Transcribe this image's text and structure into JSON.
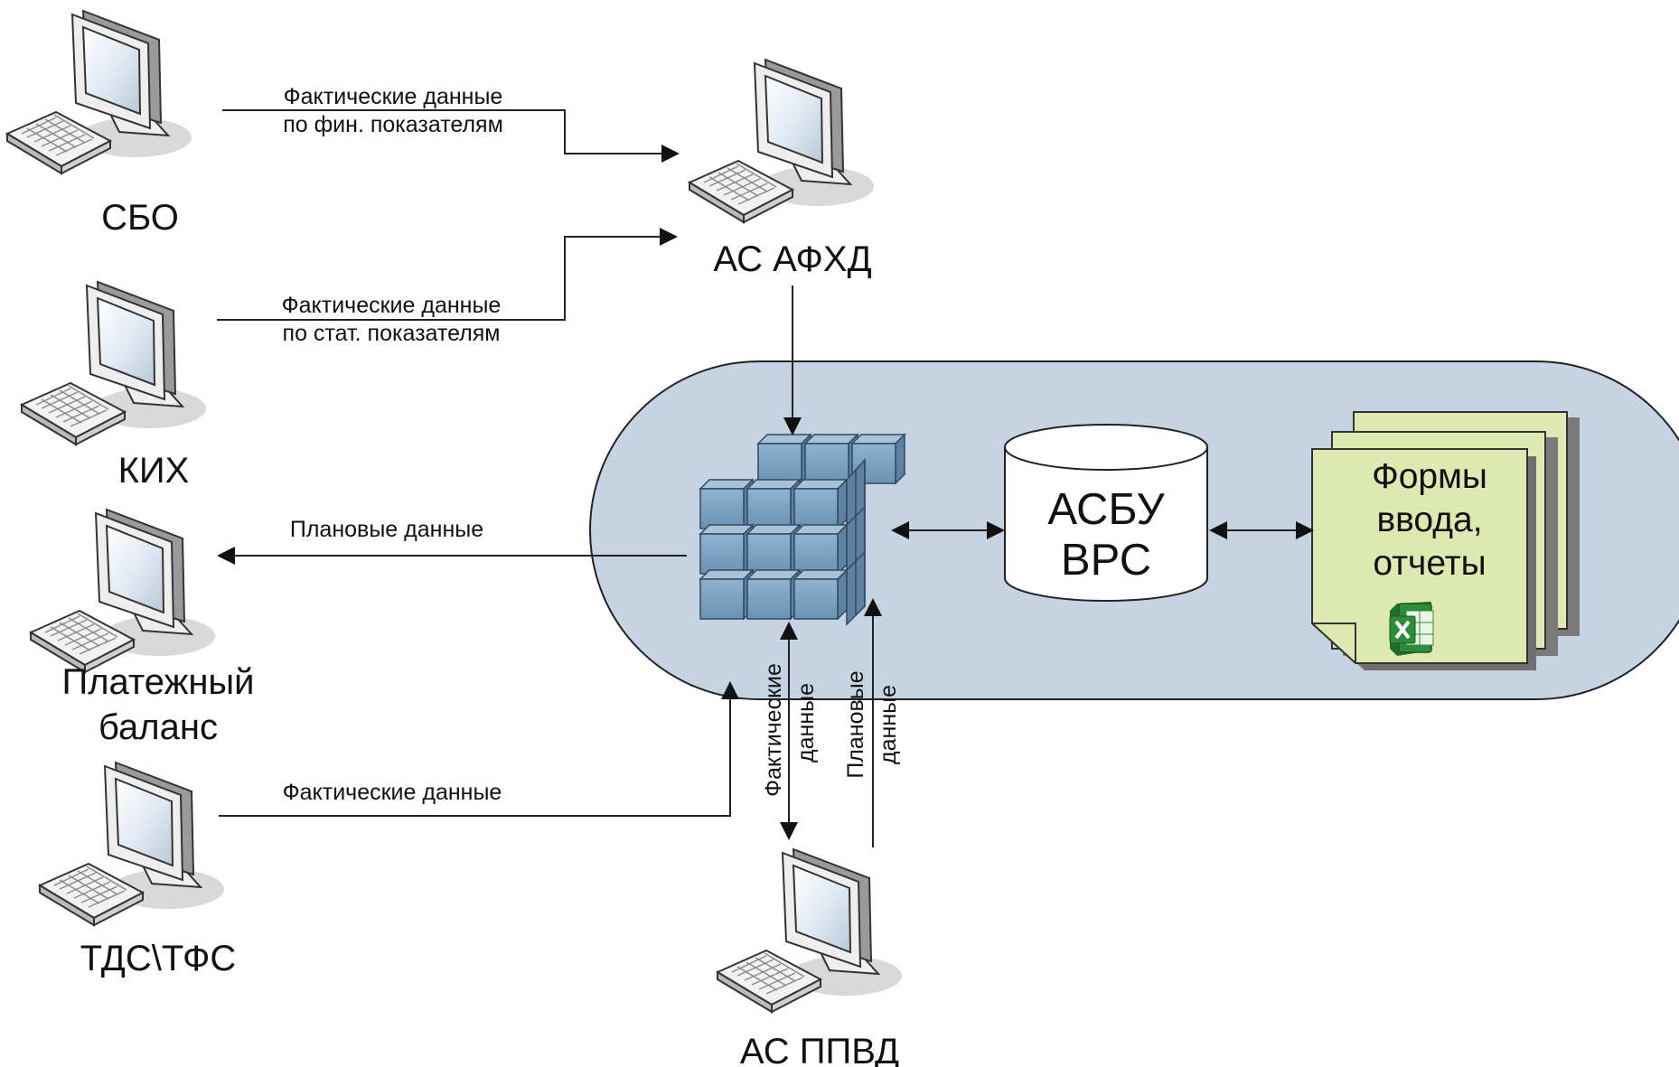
{
  "nodes": {
    "sbo": "СБО",
    "kih": "КИХ",
    "plat_balance_line1": "Платежный",
    "plat_balance_line2": "баланс",
    "tds_tfs": "ТДС\\ТФС",
    "as_afhd": "АС АФХД",
    "as_ppvd": "АС ППВД"
  },
  "edges": {
    "sbo_to_afhd_line1": "Фактические данные",
    "sbo_to_afhd_line2": "по фин. показателям",
    "kih_to_afhd_line1": "Фактические данные",
    "kih_to_afhd_line2": "по стат. показателям",
    "cube_to_plat": "Плановые данные",
    "tds_to_cube": "Фактические данные",
    "ppvd_fact_line1": "Фактические",
    "ppvd_fact_line2": "данные",
    "ppvd_plan_line1": "Плановые",
    "ppvd_plan_line2": "данные"
  },
  "core": {
    "database_line1": "АСБУ",
    "database_line2": "ВРС",
    "forms_line1": "Формы",
    "forms_line2": "ввода,",
    "forms_line3": "отчеты"
  },
  "icons": {
    "computer": "computer-icon",
    "olap_cube": "olap-cube-icon",
    "database": "database-cylinder-icon",
    "excel": "excel-icon"
  },
  "colors": {
    "core_area": "#c5d3e2",
    "cube": "#7ea3c0",
    "forms": "#dde9b0",
    "excel": "#2e8b3a"
  }
}
